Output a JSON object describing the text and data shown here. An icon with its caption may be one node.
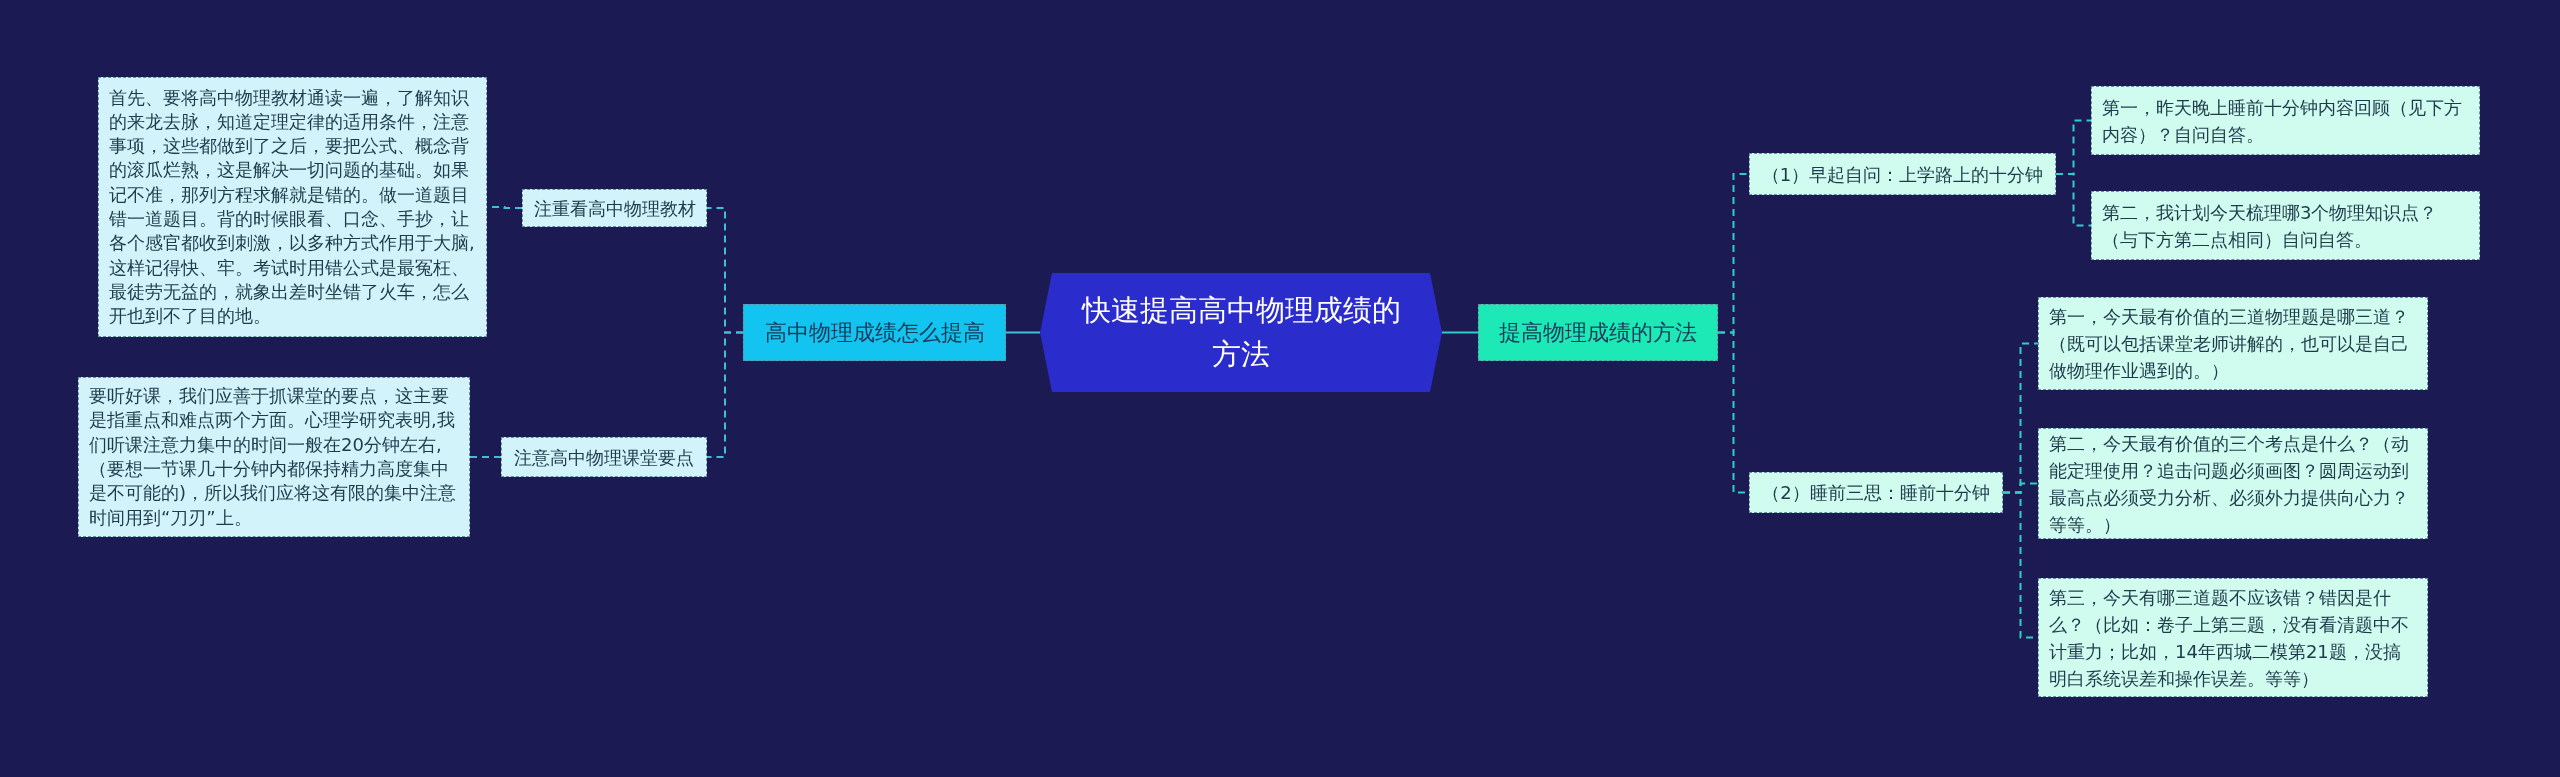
{
  "diagram": {
    "nodes": [
      {
        "text": [
          "快速提高高中物理成绩的方法"
        ]
      },
      {
        "text": [
          "高中物理成绩怎么提高"
        ]
      },
      {
        "text": [
          "注重看高中物理教材"
        ]
      },
      {
        "text": [
          "首先、要将高中物理教材通读一遍，了解知识的来龙去脉，知道定理定律的适用条件，注意事项，这些都做到了之后，要把公式、概念背的滚瓜烂熟，这是解决一切问题的基础。如果记不准，那列方程求解就是错的。做一道题目错一道题目。背的时候眼看、口念、手抄，让各个感官都收到刺激，以多种方式作用于大脑,这样记得快、牢。考试时用错公式是最冤枉、最徒劳无益的，就象出差时坐错了火车，怎么开也到不了目的地。"
        ]
      },
      {
        "text": [
          "注意高中物理课堂要点"
        ]
      },
      {
        "text": [
          "要听好课，我们应善于抓课堂的要点，这主要是指重点和难点两个方面。心理学研究表明,我们听课注意力集中的时间一般在20分钟左右,（要想一节课几十分钟内都保持精力高度集中是不可能的)，所以我们应将这有限的集中注意时间用到“刀刃”上。"
        ]
      },
      {
        "text": [
          "提高物理成绩的方法"
        ]
      },
      {
        "text": [
          "（1）早起自问：上学路上的十分钟"
        ]
      },
      {
        "text": [
          "第一，昨天晚上睡前十分钟内容回顾（见下方内容）？自问自答。"
        ]
      },
      {
        "text": [
          "第二，我计划今天梳理哪3个物理知识点？（与下方第二点相同）自问自答。"
        ]
      },
      {
        "text": [
          "（2）睡前三思：睡前十分钟"
        ]
      },
      {
        "text": [
          "第一，今天最有价值的三道物理题是哪三道？（既可以包括课堂老师讲解的，也可以是自己做物理作业遇到的。）"
        ]
      },
      {
        "text": [
          "第二，今天最有价值的三个考点是什么？（动能定理使用？追击问题必须画图？圆周运动到最高点必须受力分析、必须外力提供向心力？等等。）"
        ]
      },
      {
        "text": [
          "第三，今天有哪三道题不应该错？错因是什么？（比如：卷子上第三题，没有看清题中不计重力；比如，14年西城二模第21题，没搞明白系统误差和操作误差。等等）"
        ]
      }
    ],
    "edges": [
      {
        "from": 0,
        "to": 1,
        "arrow": "none"
      },
      {
        "from": 1,
        "to": 2,
        "arrow": "none",
        "style": "dashed"
      },
      {
        "from": 2,
        "to": 3,
        "arrow": "none",
        "style": "dashed"
      },
      {
        "from": 1,
        "to": 4,
        "arrow": "none",
        "style": "dashed"
      },
      {
        "from": 4,
        "to": 5,
        "arrow": "none",
        "style": "dashed"
      },
      {
        "from": 0,
        "to": 6,
        "arrow": "none"
      },
      {
        "from": 6,
        "to": 7,
        "arrow": "none",
        "style": "dashed"
      },
      {
        "from": 7,
        "to": 8,
        "arrow": "none",
        "style": "dashed"
      },
      {
        "from": 7,
        "to": 9,
        "arrow": "none",
        "style": "dashed"
      },
      {
        "from": 6,
        "to": 10,
        "arrow": "none",
        "style": "dashed"
      },
      {
        "from": 10,
        "to": 11,
        "arrow": "none",
        "style": "dashed"
      },
      {
        "from": 10,
        "to": 12,
        "arrow": "none",
        "style": "dashed"
      },
      {
        "from": 10,
        "to": 13,
        "arrow": "none",
        "style": "dashed"
      }
    ]
  }
}
